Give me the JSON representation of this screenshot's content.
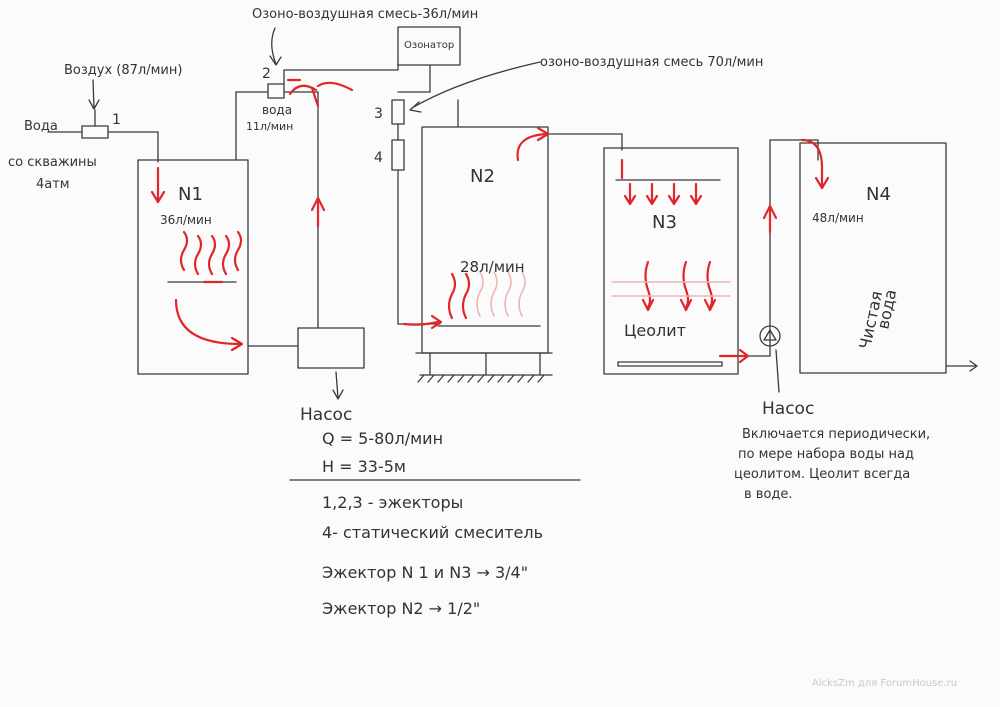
{
  "labels": {
    "mix36": "Озоно-воздушная смесь-36л/мин",
    "ozonator": "Озонатор",
    "mix70": "озоно-воздушная смесь 70л/мин",
    "air": "Воздух (87л/мин)",
    "water_in_1": "Вода",
    "water_in_2": "со скважины",
    "water_in_3": "4атм",
    "ej1": "1",
    "ej2": "2",
    "ej3": "3",
    "mixer4": "4",
    "water_11_1": "вода",
    "water_11_2": "11л/мин",
    "tank1": "N1",
    "flow1": "36л/мин",
    "tank2": "N2",
    "flow2": "28л/мин",
    "tank3": "N3",
    "zeolite": "Цеолит",
    "tank4": "N4",
    "flow4": "48л/мин",
    "clean_water_1": "Чистая",
    "clean_water_2": "вода",
    "pump1": "Насос",
    "pump2": "Насос",
    "q": "Q = 5-80л/мин",
    "h": "H = 33-5м",
    "note1": "1,2,3 - эжекторы",
    "note2": "4- статический смеситель",
    "note3": "Эжектор N 1 и N3 → 3/4\"",
    "note4": "Эжектор N2 → 1/2\"",
    "pump_note_1": "Включается периодически,",
    "pump_note_2": "по мере набора воды над",
    "pump_note_3": "цеолитом. Цеолит всегда",
    "pump_note_4": "в воде.",
    "watermark": "AlcksZm для ForumHouse.ru"
  },
  "colors": {
    "ink": "#3a3a3a",
    "flow": "#e0262a",
    "paper": "#fbfbfb"
  }
}
